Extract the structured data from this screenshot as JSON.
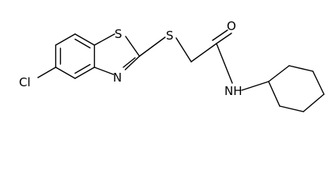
{
  "molecule": {
    "atoms": {
      "cl": "Cl",
      "s_ring": "S",
      "n_ring": "N",
      "s_linker": "S",
      "o": "O",
      "nh": "NH"
    }
  },
  "colors": {
    "bond": "#000000",
    "text": "#000000",
    "background": "#ffffff"
  }
}
